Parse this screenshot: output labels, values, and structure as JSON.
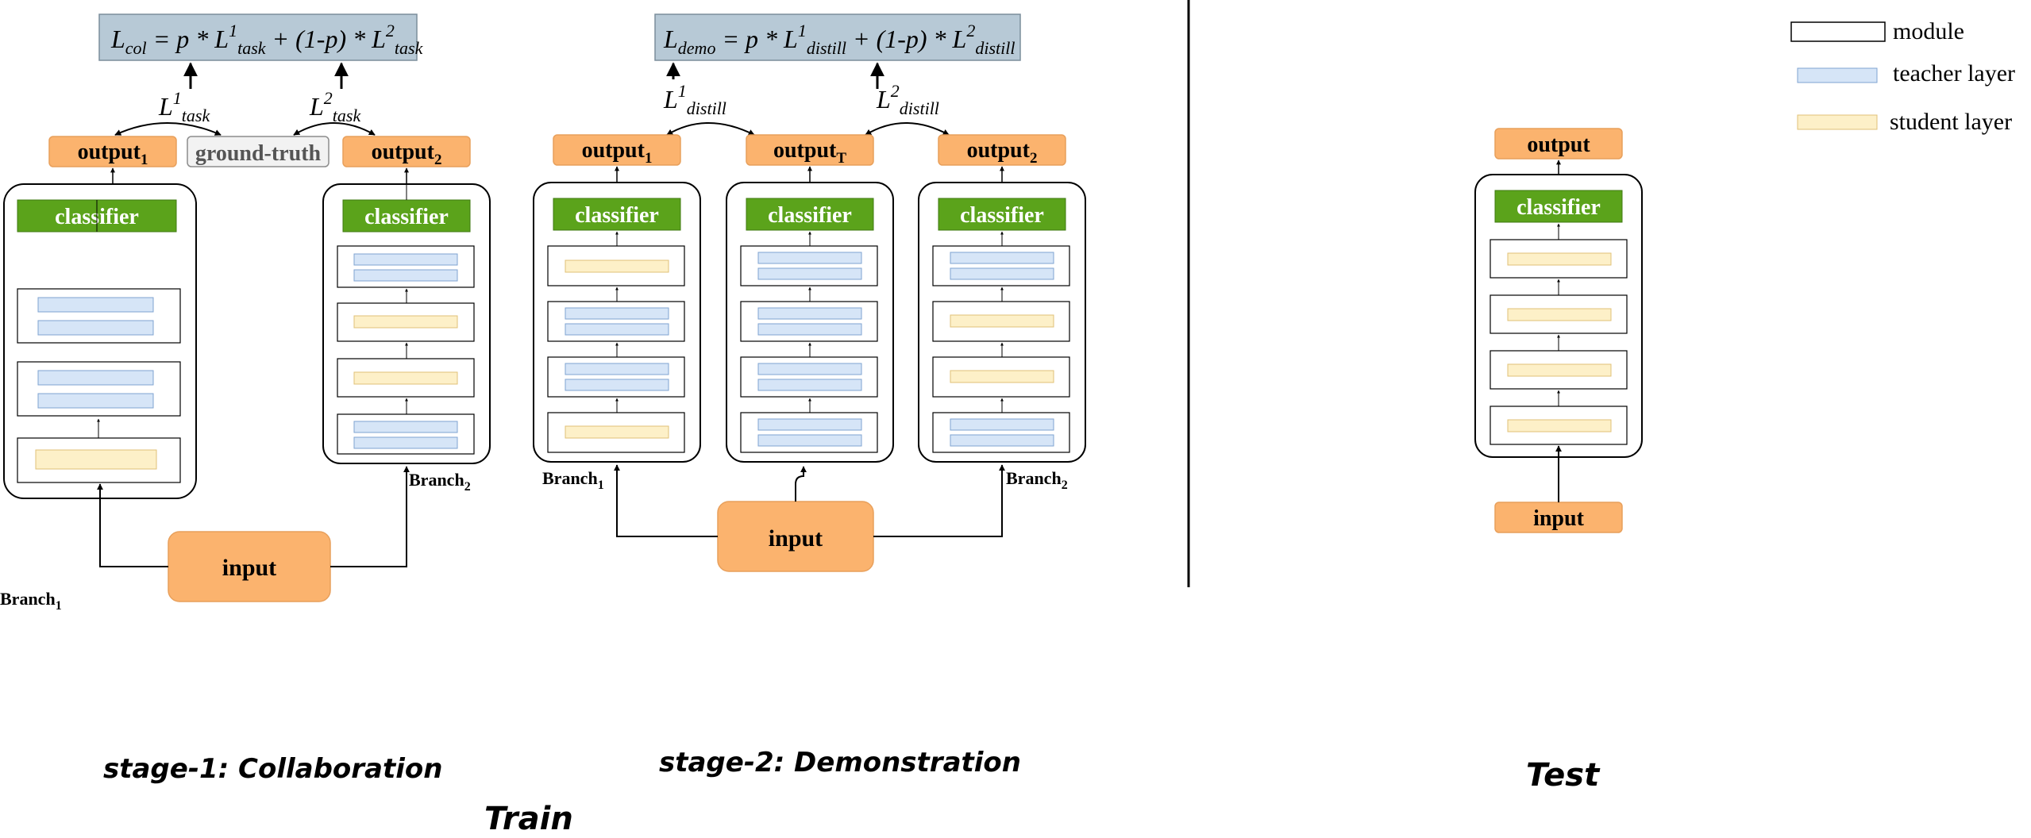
{
  "formulas": {
    "col": {
      "lhs_L": "L",
      "lhs_sub": "col",
      "eq": " = p * ",
      "t1_L": "L",
      "t1_sup": "1",
      "t1_sub": "task",
      "mid": " + (1-p) * ",
      "t2_L": "L",
      "t2_sup": "2",
      "t2_sub": "task"
    },
    "demo": {
      "lhs_L": "L",
      "lhs_sub": "demo",
      "eq": " = p * ",
      "t1_L": "L",
      "t1_sup": "1",
      "t1_sub": "distill",
      "mid": " + (1-p) * ",
      "t2_L": "L",
      "t2_sup": "2",
      "t2_sub": "distill"
    }
  },
  "loss_labels": {
    "task1": {
      "L": "L",
      "sup": "1",
      "sub": "task"
    },
    "task2": {
      "L": "L",
      "sup": "2",
      "sub": "task"
    },
    "distill1": {
      "L": "L",
      "sup": "1",
      "sub": "distill"
    },
    "distill2": {
      "L": "L",
      "sup": "2",
      "sub": "distill"
    }
  },
  "labels": {
    "output": "output",
    "output_sub1": "1",
    "output_sub2": "2",
    "output_subT": "T",
    "ground_truth": "ground-truth",
    "classifier": "classifier",
    "input": "input",
    "branch": "Branch",
    "branch_sub1": "1",
    "branch_sub2": "2"
  },
  "captions": {
    "stage1": "stage-1: Collaboration",
    "stage2": "stage-2: Demonstration",
    "train": "Train",
    "test": "Test"
  },
  "legend": {
    "module": "module",
    "teacher": "teacher layer",
    "student": "student layer"
  },
  "colors": {
    "formula_box": "#b7c9d6",
    "output_box": "#fbb36e",
    "classifier": "#5ba31b",
    "teacher_layer": "#d6e5f7",
    "teacher_border": "#7fa3d1",
    "student_layer": "#fdf0c8",
    "student_border": "#e0c177",
    "ground_truth_box": "#f2f2f2"
  }
}
